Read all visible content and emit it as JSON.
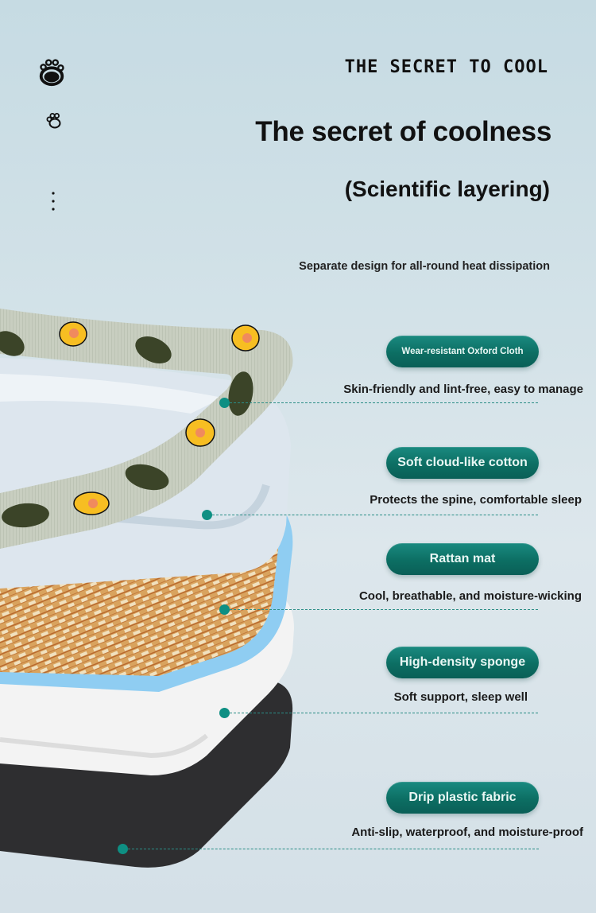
{
  "header": {
    "icons": [
      "paw-icon-large",
      "paw-icon-small",
      "vertical-dots-icon"
    ],
    "eyebrow": "THE SECRET TO COOL",
    "title": "The secret of coolness",
    "subtitle": "(Scientific layering)",
    "tagline": "Separate design for all-round heat dissipation"
  },
  "layers": [
    {
      "label": "Wear-resistant Oxford Cloth",
      "description": "Skin-friendly and lint-free, easy to manage"
    },
    {
      "label": "Soft cloud-like cotton",
      "description": "Protects the spine, comfortable sleep"
    },
    {
      "label": "Rattan mat",
      "description": "Cool, breathable, and moisture-wicking"
    },
    {
      "label": "High-density sponge",
      "description": "Soft support, sleep well"
    },
    {
      "label": "Drip plastic fabric",
      "description": "Anti-slip, waterproof, and moisture-proof"
    }
  ],
  "colors": {
    "accent": "#0c6e63",
    "leader": "#2a8d86",
    "background": "#d3e2e8"
  }
}
